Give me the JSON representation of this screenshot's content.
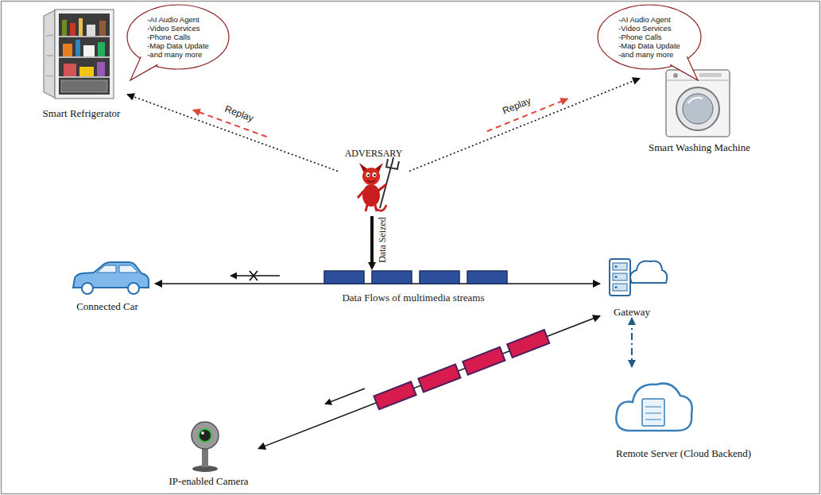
{
  "diagram": {
    "nodes": [
      {
        "text": [
          "Smart Refrigerator"
        ]
      },
      {
        "text": [
          "-AI Audio Agent",
          "-Video Services",
          "-Phone Calls",
          "-Map Data Update",
          "-and many more"
        ]
      },
      {
        "text": [
          "-AI Audio Agent",
          "-Video Services",
          "-Phone Calls",
          "-Map Data Update",
          "-and many more"
        ]
      },
      {
        "text": [
          "Smart Washing Machine"
        ]
      },
      {
        "text": [
          "ADVERSARY"
        ]
      },
      {
        "text": [
          "Connected Car"
        ]
      },
      {
        "text": [
          "Gateway"
        ]
      },
      {
        "text": [
          "IP-enabled Camera"
        ]
      },
      {
        "text": [
          "Remote Server (Cloud Backend)"
        ]
      }
    ],
    "edges": [
      {
        "from": 4,
        "to": 0,
        "arrow": "to",
        "label": "Replay"
      },
      {
        "from": 4,
        "to": 3,
        "arrow": "to",
        "label": "Replay"
      },
      {
        "from": 5,
        "to": 6,
        "arrow": "both"
      },
      {
        "from": 7,
        "to": 6,
        "arrow": "both"
      },
      {
        "from": 6,
        "to": 8,
        "arrow": "both"
      }
    ],
    "labels": [
      "Data Seized",
      "Data Flows of multimedia streams"
    ]
  }
}
